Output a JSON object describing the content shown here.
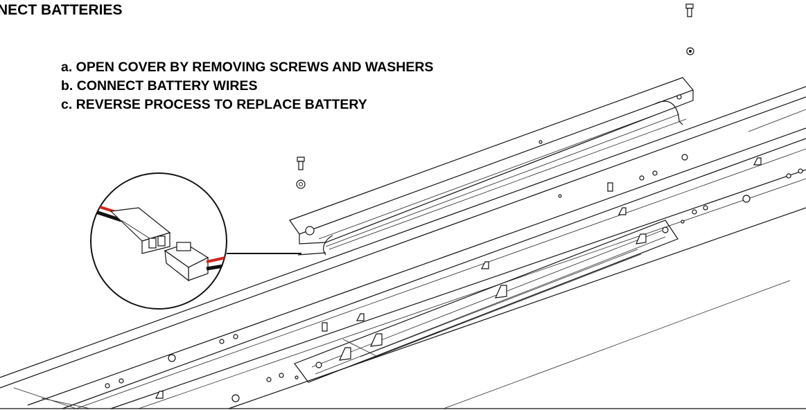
{
  "heading": "NECT BATTERIES",
  "steps": [
    "a. OPEN COVER BY REMOVING SCREWS AND WASHERS",
    "b. CONNECT BATTERY WIRES",
    "c. REVERSE PROCESS TO REPLACE BATTERY"
  ],
  "colors": {
    "wire_red": "#d0251f",
    "wire_black": "#111111",
    "line": "#111111"
  }
}
